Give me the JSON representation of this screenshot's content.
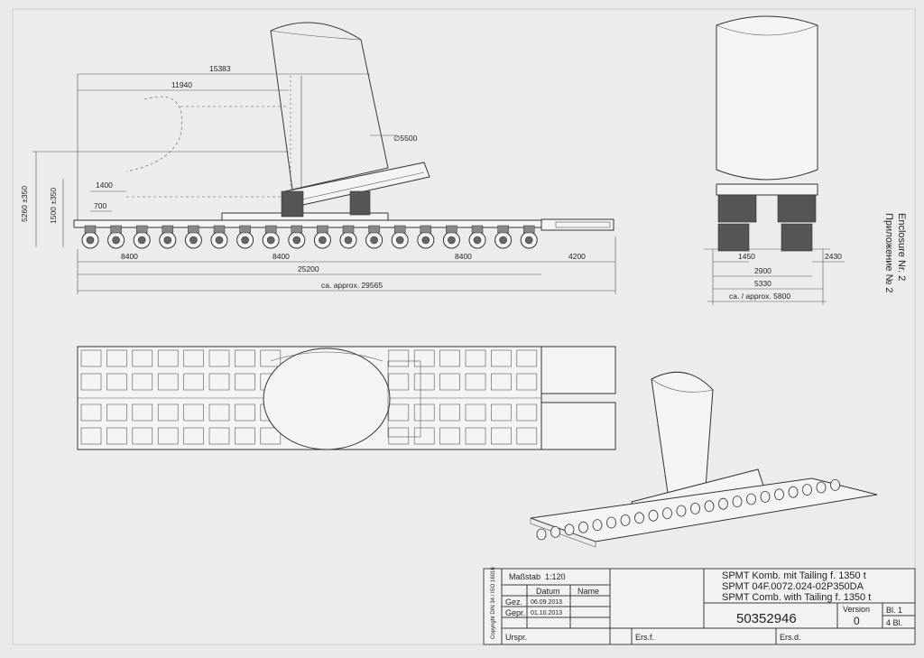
{
  "enclosure": {
    "en": "Enclosure Nr. 2",
    "ru": "Приложение № 2"
  },
  "side_view": {
    "dims": {
      "d15383": "15383",
      "d11940": "11940",
      "d5500": "∅5500",
      "d5260": "5260 ±350",
      "d1500": "1500 ±350",
      "d1400": "1400",
      "d700": "700",
      "d8400a": "8400",
      "d8400b": "8400",
      "d8400c": "8400",
      "d4200": "4200",
      "d25200": "25200",
      "d29565": "ca. approx. 29565"
    }
  },
  "end_view": {
    "dims": {
      "d1450": "1450",
      "d2430": "2430",
      "d2900": "2900",
      "d5330": "5330",
      "d5800": "ca. / approx. 5800"
    }
  },
  "title_block": {
    "copyright": "Copyright DIN 34 / ISO 16016",
    "massstab_label": "Maßstab",
    "massstab_value": "1:120",
    "datum_label": "Datum",
    "name_label": "Name",
    "gez_label": "Gez.",
    "gez_date": "06.09.2013",
    "gepr_label": "Gepr.",
    "gepr_date": "01.10.2013",
    "title_line1": "SPMT Komb. mit Tailing f. 1350 t",
    "title_line2": "SPMT 04F.0072.024-02P350DA",
    "title_line3": "SPMT Comb. with Tailing f. 1350 t",
    "drawing_no": "50352946",
    "version_label": "Version",
    "version_value": "0",
    "bl_label": "Bl. 1",
    "bl_total": "4 Bl.",
    "urspr": "Urspr.",
    "ersf": "Ers.f.",
    "ersd": "Ers.d."
  }
}
